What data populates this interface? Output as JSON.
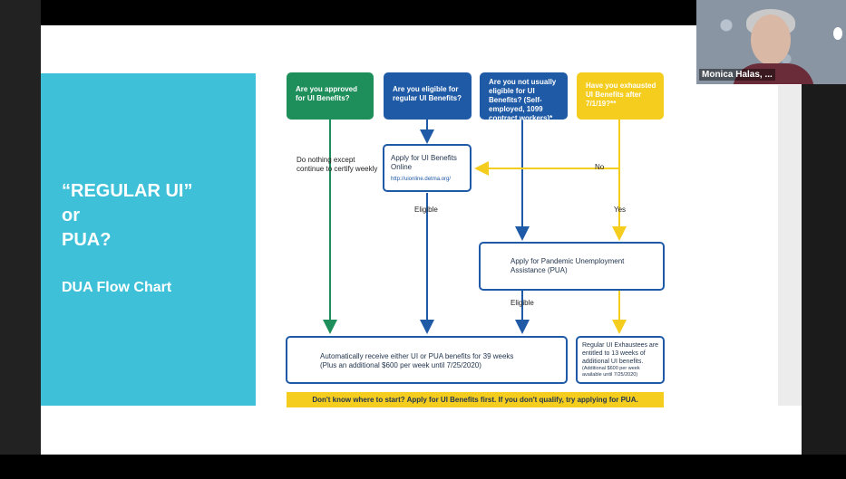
{
  "slide": {
    "heading": "“REGULAR UI”\nor\nPUA?",
    "subheading": "DUA Flow Chart"
  },
  "flow": {
    "q1": "Are you approved for UI Benefits?",
    "q2": "Are you eligible for regular UI Benefits?",
    "q3": "Are you not usually eligible for UI Benefits? (Self-employed, 1099 contract workers)*",
    "q4": "Have you exhausted UI Benefits after 7/1/19?**",
    "do_nothing": "Do nothing except continue to certify weekly",
    "apply_ui": "Apply for UI Benefits Online",
    "apply_ui_url": "http://uionline.detma.org/",
    "no_label": "No",
    "yes_label": "Yes",
    "eligible1": "Eligible",
    "eligible2": "Eligible",
    "apply_pua": "Apply for Pandemic Unemployment Assistance (PUA)",
    "auto_receive_line1": "Automatically receive either UI or PUA benefits for 39 weeks",
    "auto_receive_line2": "(Plus an additional $600 per week until 7/25/2020)",
    "exhaustees_main": "Regular UI Exhaustees are entitled to 13 weeks of additional UI benefits.",
    "exhaustees_note": "(Additional $600 per week available until 7/25/2020)",
    "banner": "Don't know where to start? Apply for UI Benefits first. If you don't qualify, try applying for PUA."
  },
  "participant": {
    "name": "Monica Halas, ..."
  },
  "branding": {
    "logo": "zoom"
  },
  "colors": {
    "teal": "#3ec0d8",
    "green": "#1e8f5a",
    "blue": "#1f5aa6",
    "yellow": "#f5cd1e"
  }
}
